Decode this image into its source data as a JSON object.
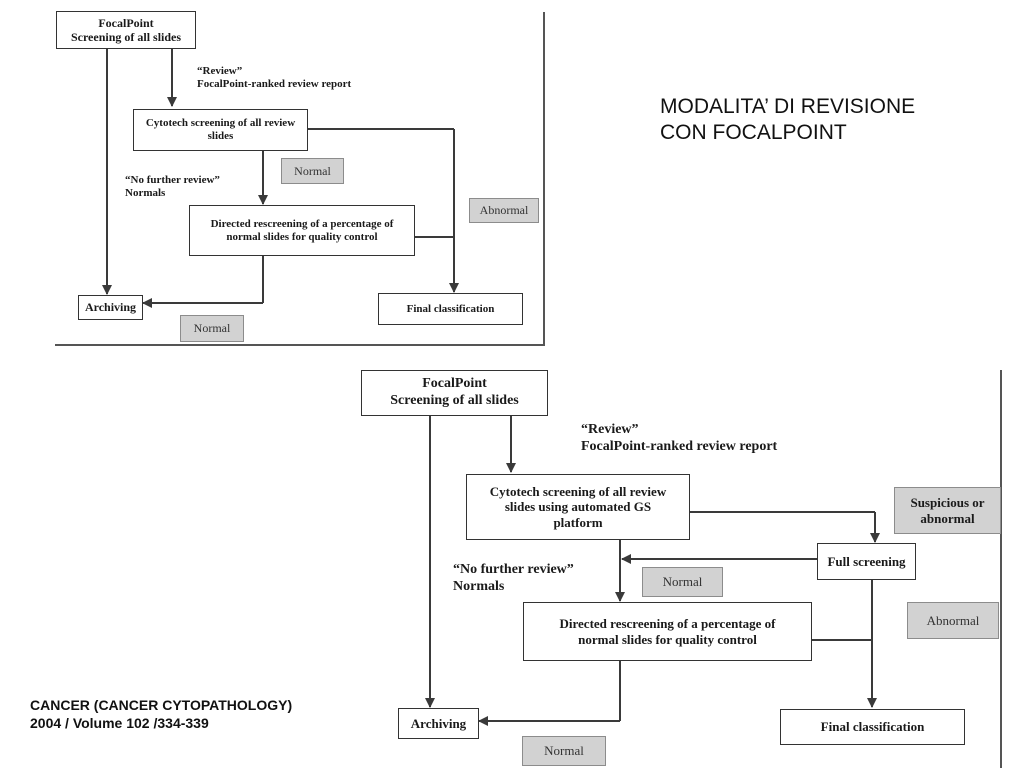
{
  "slide": {
    "title": "MODALITA’ DI REVISIONE\nCON FOCALPOINT",
    "citation": "CANCER (CANCER CYTOPATHOLOGY)\n2004 / Volume 102 /334-339"
  },
  "diagram_1": {
    "nodes": {
      "focalpoint": "FocalPoint\nScreening of all slides",
      "cytotech": "Cytotech screening of all review\nslides",
      "directed": "Directed rescreening of a percentage of\nnormal slides for quality control",
      "archiving": "Archiving",
      "final": "Final classification"
    },
    "labels": {
      "review": "“Review”\nFocalPoint-ranked review report",
      "no_further_review": "“No further review”\nNormals"
    },
    "tags": {
      "normal_1": "Normal",
      "abnormal": "Abnormal",
      "normal_2": "Normal"
    }
  },
  "diagram_2": {
    "nodes": {
      "focalpoint": "FocalPoint\nScreening of all slides",
      "cytotech": "Cytotech screening of all review\nslides using automated GS\nplatform",
      "full_screening": "Full screening",
      "directed": "Directed rescreening of a percentage of\nnormal slides for quality control",
      "archiving": "Archiving",
      "final": "Final classification"
    },
    "labels": {
      "review": "“Review”\nFocalPoint-ranked review report",
      "no_further_review": "“No further review”\nNormals"
    },
    "tags": {
      "suspicious": "Suspicious or\nabnormal",
      "normal_1": "Normal",
      "abnormal": "Abnormal",
      "normal_2": "Normal"
    }
  }
}
